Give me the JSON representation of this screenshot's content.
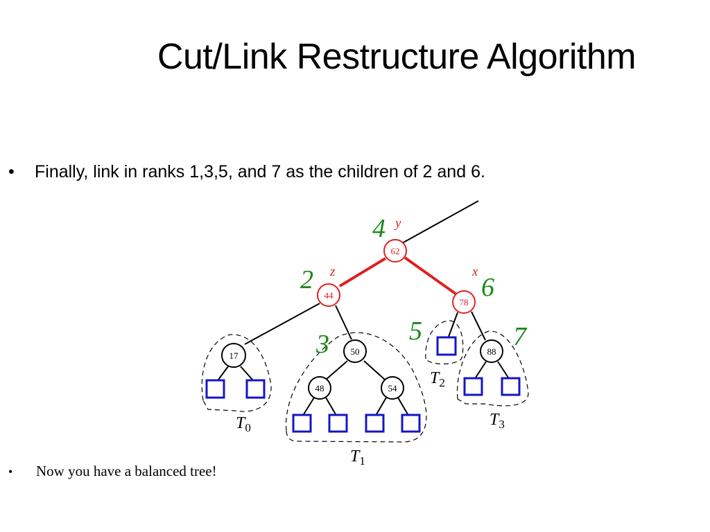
{
  "slide": {
    "title": "Cut/Link Restructure Algorithm",
    "bullet_symbol": "•",
    "bullet1": "Finally, link in ranks 1,3,5, and 7 as the children of 2 and 6.",
    "bullet2": "Now you have a balanced tree!"
  },
  "diagram": {
    "colors": {
      "highlight": "#e02020",
      "rank": "#1a8a1a",
      "leaf": "#1515c8",
      "normal": "#000000"
    },
    "nodes": {
      "n62": "62",
      "n44": "44",
      "n78": "78",
      "n17": "17",
      "n50": "50",
      "n48": "48",
      "n54": "54",
      "n88": "88"
    },
    "ranks": {
      "r4": "4",
      "r2": "2",
      "r6": "6",
      "r3": "3",
      "r5": "5",
      "r7": "7"
    },
    "variables": {
      "y": "y",
      "z": "z",
      "x": "x"
    },
    "subtrees": {
      "t0": {
        "letter": "T",
        "sub": "0"
      },
      "t1": {
        "letter": "T",
        "sub": "1"
      },
      "t2": {
        "letter": "T",
        "sub": "2"
      },
      "t3": {
        "letter": "T",
        "sub": "3"
      }
    }
  }
}
